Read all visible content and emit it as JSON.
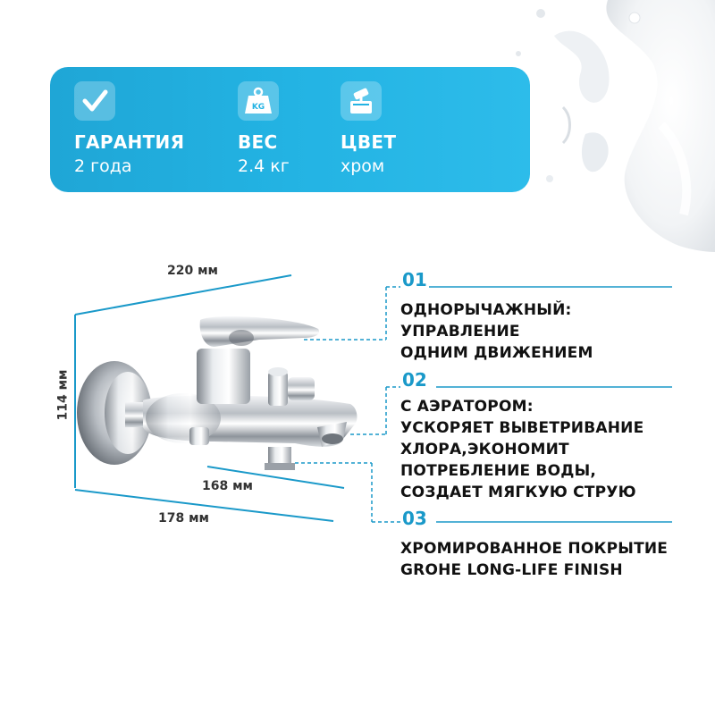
{
  "specs": [
    {
      "label": "ГАРАНТИЯ",
      "value": "2 года",
      "icon": "checkmark-icon"
    },
    {
      "label": "ВЕС",
      "value": "2.4 кг",
      "icon": "weight-kg-icon",
      "icon_text": "KG"
    },
    {
      "label": "ЦВЕТ",
      "value": "хром",
      "icon": "paint-roller-icon"
    }
  ],
  "dimensions": {
    "length": "220 мм",
    "height": "114 мм",
    "depth": "168 мм",
    "total": "178 мм"
  },
  "features": [
    {
      "number": "01",
      "lines": [
        "ОДНОРЫЧАЖНЫЙ:",
        "УПРАВЛЕНИЕ",
        "ОДНИМ ДВИЖЕНИЕМ"
      ]
    },
    {
      "number": "02",
      "lines": [
        "С АЭРАТОРОМ:",
        "УСКОРЯЕТ ВЫВЕТРИВАНИЕ",
        "ХЛОРА,ЭКОНОМИТ",
        "ПОТРЕБЛЕНИЕ ВОДЫ,",
        "СОЗДАЕТ МЯГКУЮ СТРУЮ"
      ]
    },
    {
      "number": "03",
      "lines": [
        "ХРОМИРОВАННОЕ ПОКРЫТИЕ",
        "GROHE LONG-LIFE FINISH"
      ]
    }
  ],
  "colors": {
    "accent": "#1fa6d6",
    "text": "#111111",
    "chrome": "#c9cdd2"
  }
}
